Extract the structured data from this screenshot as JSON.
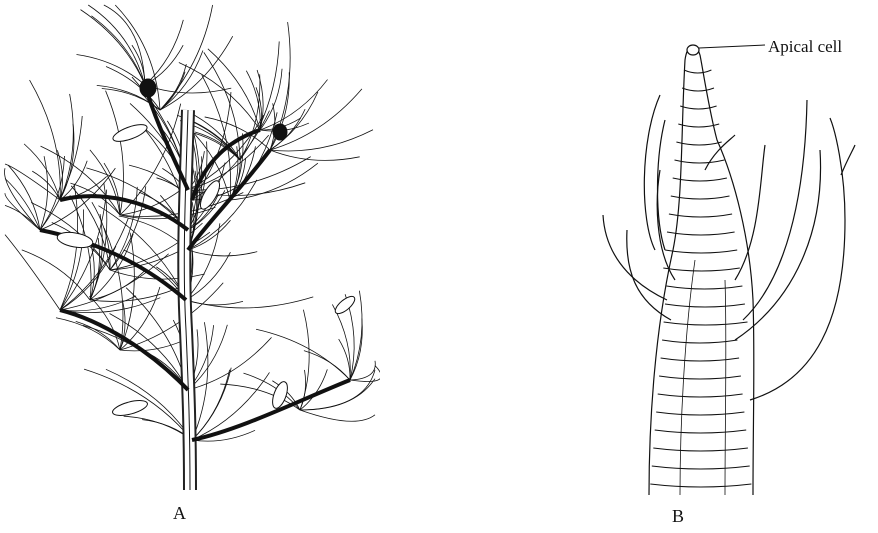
{
  "figures": {
    "a": {
      "label": "A"
    },
    "b": {
      "label": "B",
      "annotation": "Apical cell"
    }
  },
  "colors": {
    "ink": "#111111",
    "background": "#ffffff"
  },
  "icons": [
    "branched-alga-illustration",
    "shoot-apex-illustration"
  ]
}
